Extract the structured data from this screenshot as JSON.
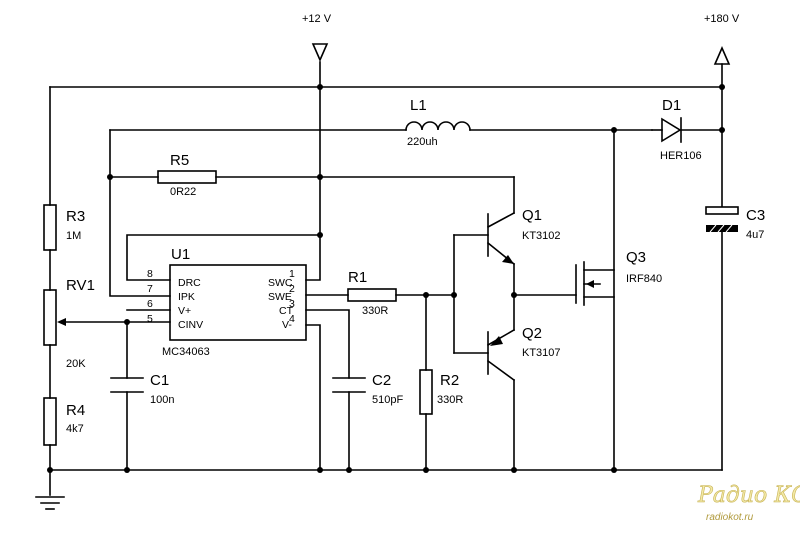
{
  "rails": {
    "v12": "+12 V",
    "v180": "+180 V"
  },
  "ic": {
    "name": "U1",
    "part": "MC34063",
    "left_pins": [
      {
        "num": "8",
        "name": "DRC"
      },
      {
        "num": "7",
        "name": "IPK"
      },
      {
        "num": "6",
        "name": "V+"
      },
      {
        "num": "5",
        "name": "CINV"
      }
    ],
    "right_pins": [
      {
        "num": "1",
        "name": "SWC"
      },
      {
        "num": "2",
        "name": "SWE"
      },
      {
        "num": "3",
        "name": "CT"
      },
      {
        "num": "4",
        "name": "V-"
      }
    ]
  },
  "components": {
    "L1": {
      "ref": "L1",
      "value": "220uh"
    },
    "D1": {
      "ref": "D1",
      "value": "HER106"
    },
    "R5": {
      "ref": "R5",
      "value": "0R22"
    },
    "R3": {
      "ref": "R3",
      "value": "1M"
    },
    "RV1": {
      "ref": "RV1",
      "value": "20K"
    },
    "R4": {
      "ref": "R4",
      "value": "4k7"
    },
    "C1": {
      "ref": "C1",
      "value": "100n"
    },
    "C2": {
      "ref": "C2",
      "value": "510pF"
    },
    "R1": {
      "ref": "R1",
      "value": "330R"
    },
    "R2": {
      "ref": "R2",
      "value": "330R"
    },
    "Q1": {
      "ref": "Q1",
      "value": "KT3102"
    },
    "Q2": {
      "ref": "Q2",
      "value": "KT3107"
    },
    "Q3": {
      "ref": "Q3",
      "value": "IRF840"
    },
    "C3": {
      "ref": "C3",
      "value": "4u7"
    }
  },
  "watermark": {
    "logo": "Радио КОТ",
    "site": "radiokot.ru"
  }
}
